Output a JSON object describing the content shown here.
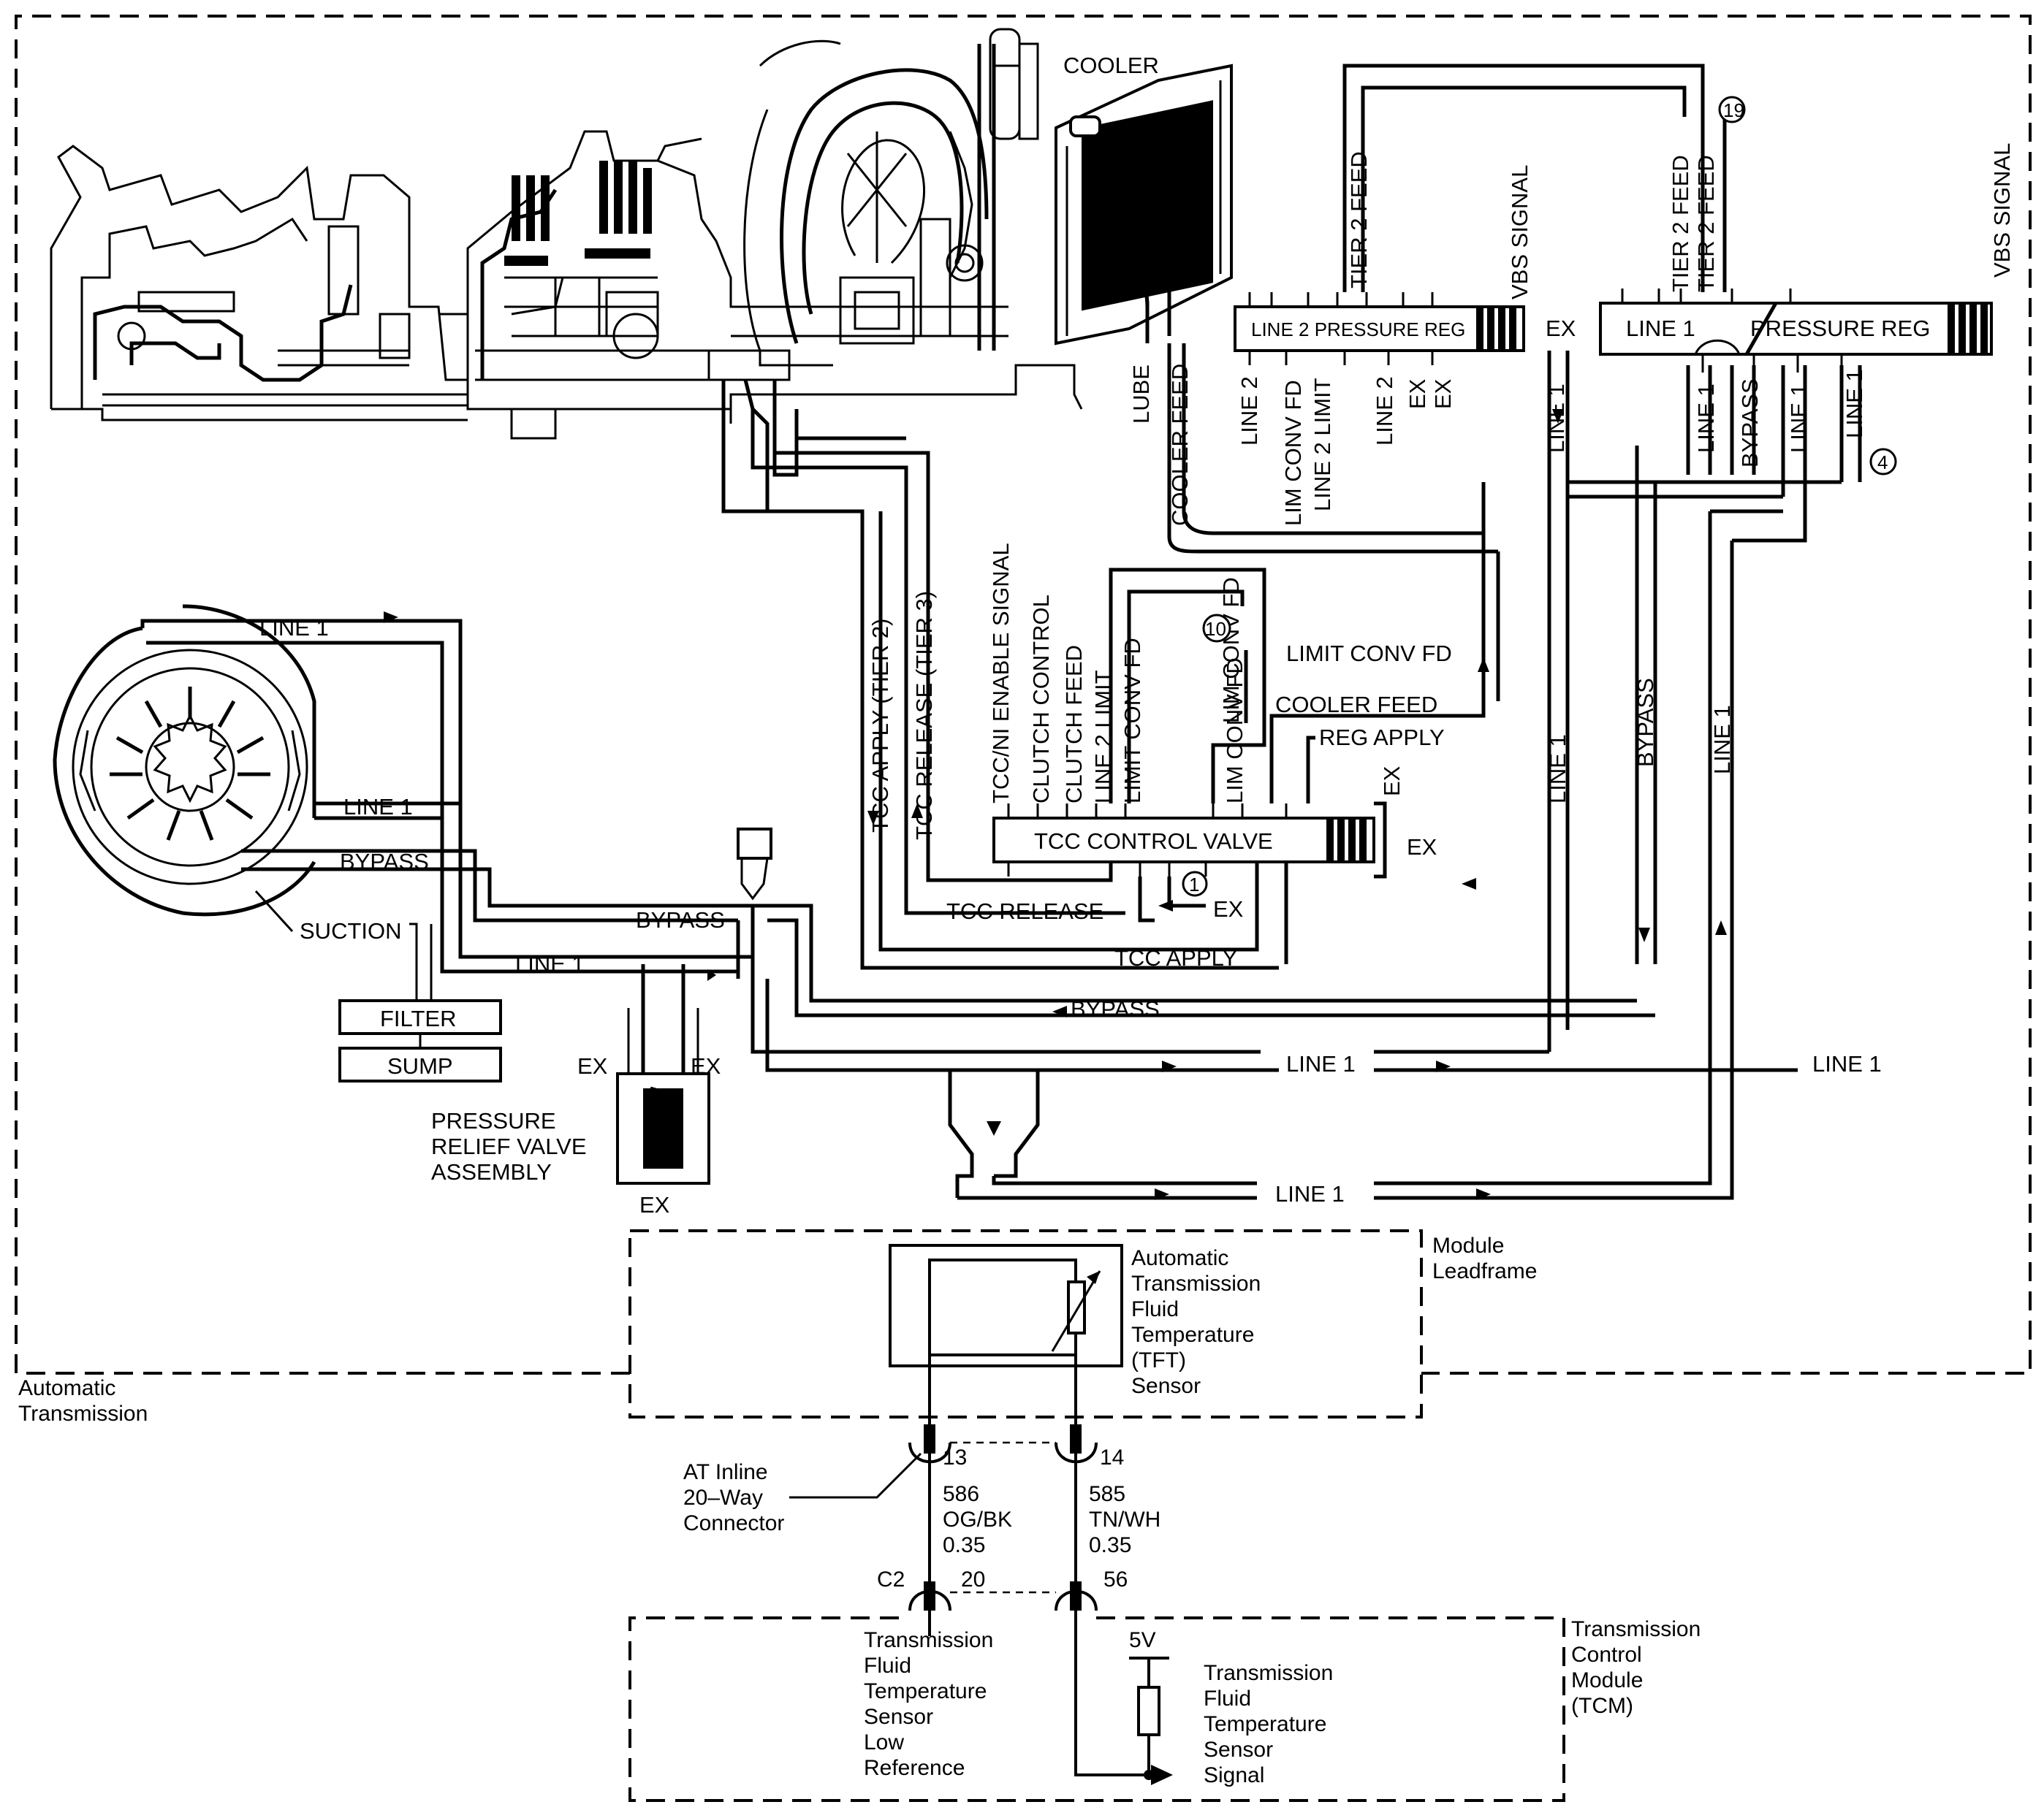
{
  "labels": {
    "cooler": "COOLER",
    "lube": "LUBE",
    "cooler_feed_v": "COOLER FEED",
    "line2_pressure_reg": "LINE 2 PRESSURE REG",
    "tier2_feed_v": "TIER 2 FEED",
    "vbs_signal_left": "VBS SIGNAL",
    "line2_left": "LINE 2",
    "lim_conv_fd_top": "LIM CONV FD",
    "line2_limit_top": "LINE 2 LIMIT",
    "line2_mid": "LINE 2",
    "ex_a": "EX",
    "ex_b": "EX",
    "ex_prreg": "EX",
    "callout_19": "19",
    "tier2_feed_r1": "TIER 2 FEED",
    "tier2_feed_r2": "TIER 2 FEED",
    "vbs_signal_right": "VBS SIGNAL",
    "line1_prreg": "LINE 1",
    "pressure_reg": "PRESSURE REG",
    "line1_v_a": "LINE 1",
    "line1_v_b": "LINE 1",
    "bypass_v_top": "BYPASS",
    "line1_v_c": "LINE 1",
    "line1_v_d": "LINE 1",
    "callout_4": "4",
    "line1_v_long1": "LINE 1",
    "bypass_v_long": "BYPASS",
    "line1_v_long2": "LINE 1",
    "tcc_apply_tier2": "TCC APPLY (TIER 2)",
    "tcc_release_tier3": "TCC RELEASE (TIER 3)",
    "tcc_ni_enable": "TCC/NI ENABLE SIGNAL",
    "clutch_control": "CLUTCH CONTROL",
    "clutch_feed": "CLUTCH FEED",
    "line2_limit": "LINE 2 LIMIT",
    "limit_conv_fd_v": "LIMIT CONV FD",
    "callout_10": "10",
    "lim_conv_fd_a": "LIM CONV FD",
    "lim_conv_fd_b": "LIM CONV FD",
    "limit_conv_fd_h": "LIMIT CONV FD",
    "cooler_feed_h": "COOLER FEED",
    "reg_apply": "REG APPLY",
    "ex_tcc_top": "EX",
    "ex_tcc_right": "EX",
    "tcc_control_valve": "TCC CONTROL VALVE",
    "callout_1": "1",
    "ex_tcc_bottom": "EX",
    "tcc_release": "TCC RELEASE",
    "tcc_apply": "TCC APPLY",
    "line1_pump_top": "LINE 1",
    "line1_pump_side": "LINE 1",
    "bypass_pump": "BYPASS",
    "suction": "SUCTION",
    "filter": "FILTER",
    "sump": "SUMP",
    "bypass_mid": "BYPASS",
    "line1_mid": "LINE 1",
    "bypass_bottom": "BYPASS",
    "line1_bottom": "LINE 1",
    "line1_right": "LINE 1",
    "line1_lowest": "LINE 1",
    "ex_relief_l": "EX",
    "ex_relief_r": "EX",
    "ex_relief_b": "EX",
    "pressure_relief_1": "PRESSURE",
    "pressure_relief_2": "RELIEF VALVE",
    "pressure_relief_3": "ASSEMBLY"
  },
  "electrical": {
    "module_leadframe": [
      "Module",
      "Leadframe"
    ],
    "tft_sensor": [
      "Automatic",
      "Transmission",
      "Fluid",
      "Temperature",
      "(TFT)",
      "Sensor"
    ],
    "automatic_transmission": [
      "Automatic",
      "Transmission"
    ],
    "at_inline_connector": [
      "AT Inline",
      "20–Way",
      "Connector"
    ],
    "pin_13": "13",
    "pin_14": "14",
    "wire_left": [
      "586",
      "OG/BK",
      "0.35"
    ],
    "wire_right": [
      "585",
      "TN/WH",
      "0.35"
    ],
    "c2": "C2",
    "pin_20": "20",
    "pin_56": "56",
    "voltage": "5V",
    "tcm": [
      "Transmission",
      "Control",
      "Module",
      "(TCM)"
    ],
    "low_reference": [
      "Transmission",
      "Fluid",
      "Temperature",
      "Sensor",
      "Low",
      "Reference"
    ],
    "sensor_signal": [
      "Transmission",
      "Fluid",
      "Temperature",
      "Sensor",
      "Signal"
    ]
  }
}
